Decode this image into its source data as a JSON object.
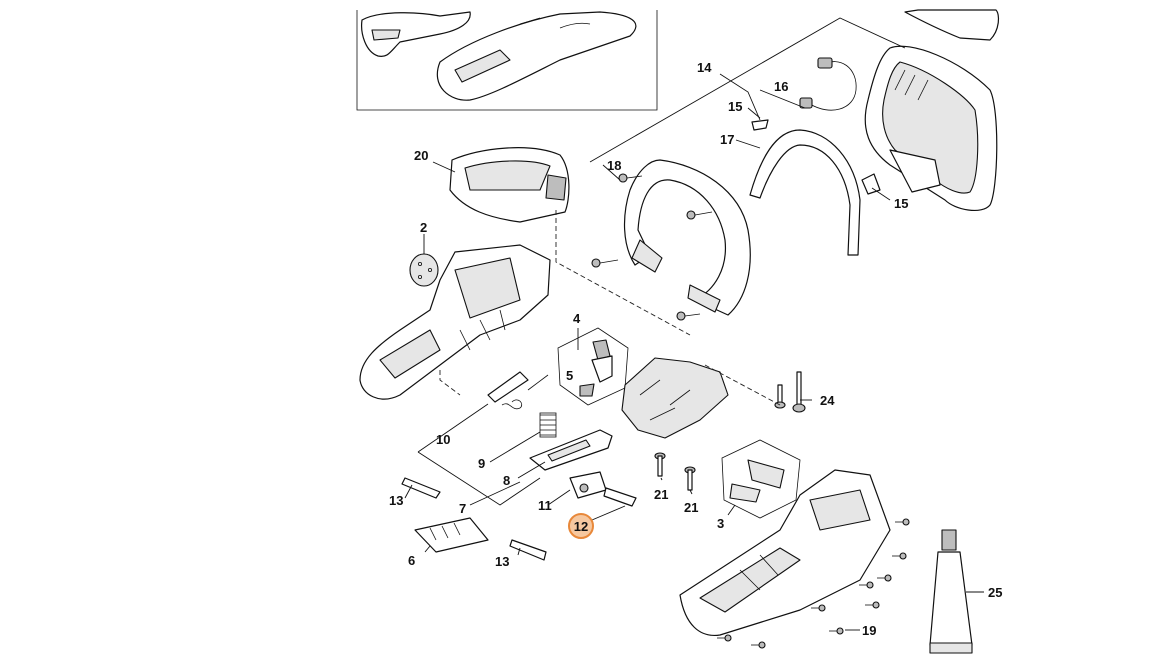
{
  "diagram": {
    "callouts": [
      {
        "id": "c20",
        "text": "20"
      },
      {
        "id": "c2",
        "text": "2"
      },
      {
        "id": "c14",
        "text": "14"
      },
      {
        "id": "c16",
        "text": "16"
      },
      {
        "id": "c15a",
        "text": "15"
      },
      {
        "id": "c17",
        "text": "17"
      },
      {
        "id": "c18",
        "text": "18"
      },
      {
        "id": "c15b",
        "text": "15"
      },
      {
        "id": "c4",
        "text": "4"
      },
      {
        "id": "c5",
        "text": "5"
      },
      {
        "id": "c24",
        "text": "24"
      },
      {
        "id": "c10",
        "text": "10"
      },
      {
        "id": "c9",
        "text": "9"
      },
      {
        "id": "c8",
        "text": "8"
      },
      {
        "id": "c7",
        "text": "7"
      },
      {
        "id": "c11",
        "text": "11"
      },
      {
        "id": "c12",
        "text": "12"
      },
      {
        "id": "c13a",
        "text": "13"
      },
      {
        "id": "c13b",
        "text": "13"
      },
      {
        "id": "c6",
        "text": "6"
      },
      {
        "id": "c21a",
        "text": "21"
      },
      {
        "id": "c21b",
        "text": "21"
      },
      {
        "id": "c3",
        "text": "3"
      },
      {
        "id": "c25",
        "text": "25"
      },
      {
        "id": "c19",
        "text": "19"
      }
    ],
    "highlighted": "12",
    "colors": {
      "line": "#111111",
      "highlight_fill": "#f6c8a0",
      "highlight_stroke": "#e8883a"
    }
  }
}
